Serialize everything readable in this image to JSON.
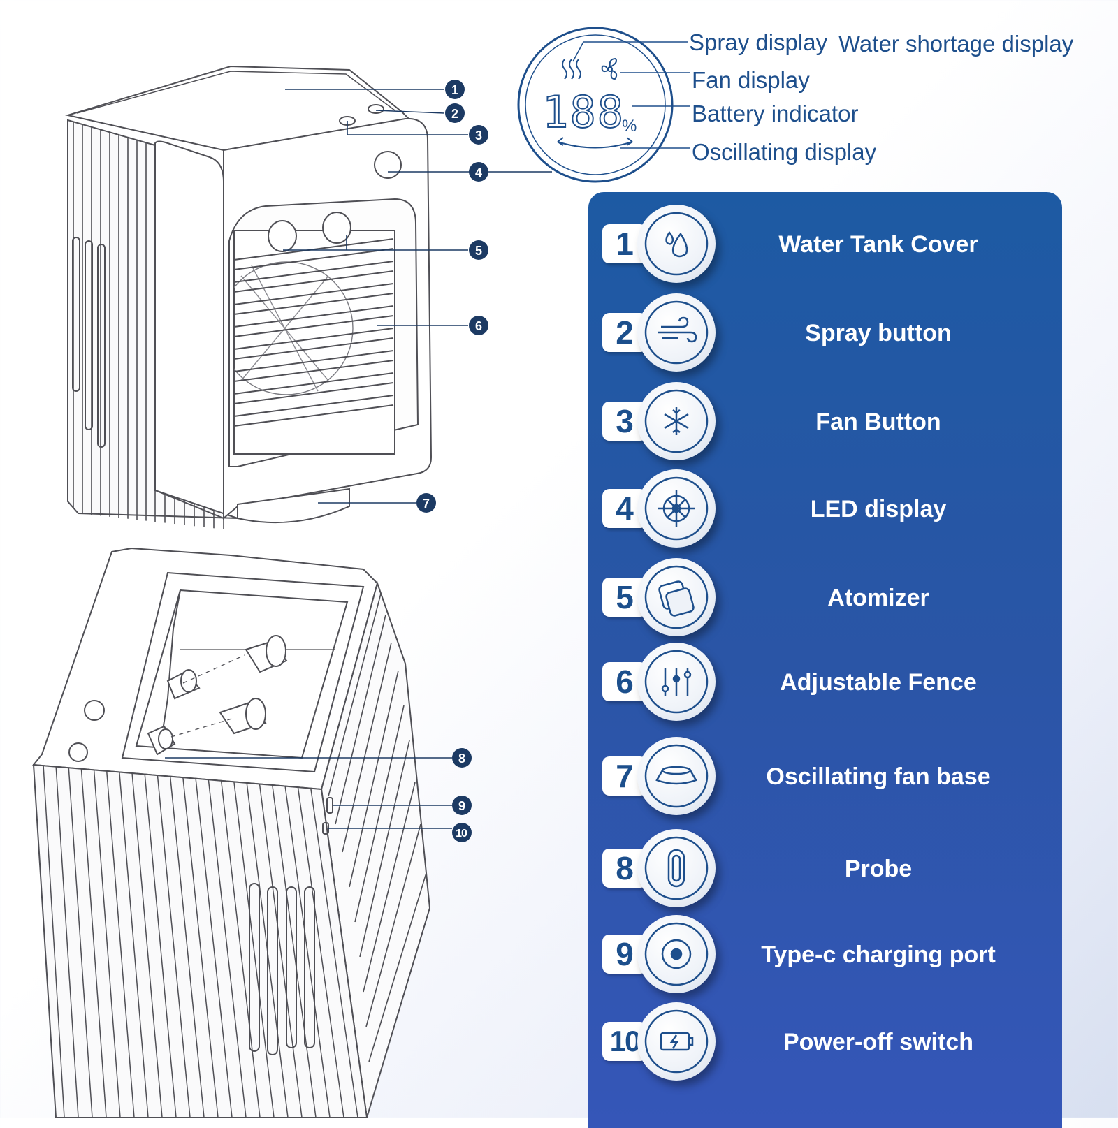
{
  "lcd": {
    "digits": "188",
    "percent": "%",
    "labels": {
      "spray": "Spray display",
      "water_shortage": "Water shortage display",
      "fan": "Fan display",
      "battery": "Battery indicator",
      "oscillating": "Oscillating display"
    }
  },
  "callouts": [
    "1",
    "2",
    "3",
    "4",
    "5",
    "6",
    "7",
    "8",
    "9",
    "10"
  ],
  "colors": {
    "accent": "#1e4f8c",
    "panel_top": "#1d5aa3",
    "panel_bottom": "#3556b8",
    "marker": "#1c3a63"
  },
  "features": [
    {
      "number": "1",
      "label": "Water Tank Cover",
      "icon": "water-drops-icon"
    },
    {
      "number": "2",
      "label": "Spray button",
      "icon": "wind-icon"
    },
    {
      "number": "3",
      "label": "Fan Button",
      "icon": "snowflake-icon"
    },
    {
      "number": "4",
      "label": "LED display",
      "icon": "sun-dial-icon"
    },
    {
      "number": "5",
      "label": "Atomizer",
      "icon": "stacked-plates-icon"
    },
    {
      "number": "6",
      "label": "Adjustable Fence",
      "icon": "sliders-icon"
    },
    {
      "number": "7",
      "label": "Oscillating fan base",
      "icon": "base-icon"
    },
    {
      "number": "8",
      "label": "Probe",
      "icon": "probe-icon"
    },
    {
      "number": "9",
      "label": "Type-c charging port",
      "icon": "port-icon"
    },
    {
      "number": "10",
      "label": "Power-off switch",
      "icon": "battery-icon"
    }
  ]
}
